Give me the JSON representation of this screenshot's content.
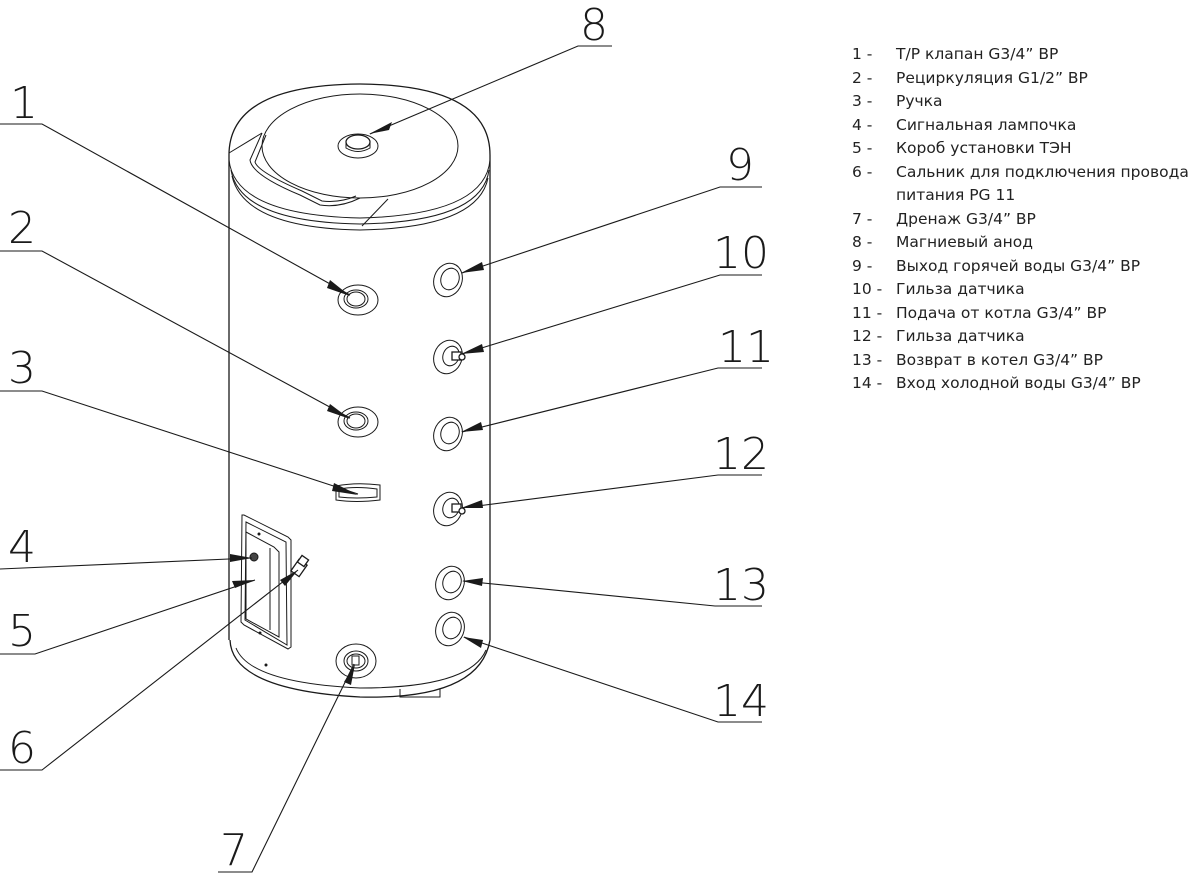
{
  "diagram": {
    "callouts": [
      {
        "id": "1",
        "label": "1"
      },
      {
        "id": "2",
        "label": "2"
      },
      {
        "id": "3",
        "label": "3"
      },
      {
        "id": "4",
        "label": "4"
      },
      {
        "id": "5",
        "label": "5"
      },
      {
        "id": "6",
        "label": "6"
      },
      {
        "id": "7",
        "label": "7"
      },
      {
        "id": "8",
        "label": "8"
      },
      {
        "id": "9",
        "label": "9"
      },
      {
        "id": "10",
        "label": "10"
      },
      {
        "id": "11",
        "label": "11"
      },
      {
        "id": "12",
        "label": "12"
      },
      {
        "id": "13",
        "label": "13"
      },
      {
        "id": "14",
        "label": "14"
      }
    ]
  },
  "legend": {
    "items": [
      {
        "num": "1 -",
        "text": "Т/Р клапан G3/4” ВР"
      },
      {
        "num": "2 -",
        "text": "Рециркуляция G1/2” ВР"
      },
      {
        "num": "3 -",
        "text": "Ручка"
      },
      {
        "num": "4 -",
        "text": "Сигнальная лампочка"
      },
      {
        "num": "5 -",
        "text": "Короб установки ТЭН"
      },
      {
        "num": "6 -",
        "text": "Сальник для подключения провода"
      },
      {
        "num": "",
        "text": "питания PG 11"
      },
      {
        "num": "7 -",
        "text": "Дренаж G3/4” ВР"
      },
      {
        "num": "8 -",
        "text": "Магниевый анод"
      },
      {
        "num": "9 -",
        "text": "Выход горячей воды G3/4” ВР"
      },
      {
        "num": "10 -",
        "text": "Гильза датчика"
      },
      {
        "num": "11 -",
        "text": "Подача от котла G3/4” ВР"
      },
      {
        "num": "12 -",
        "text": "Гильза датчика"
      },
      {
        "num": "13 -",
        "text": "Возврат в котел G3/4” ВР"
      },
      {
        "num": "14 -",
        "text": "Вход холодной воды G3/4” ВР"
      }
    ]
  }
}
